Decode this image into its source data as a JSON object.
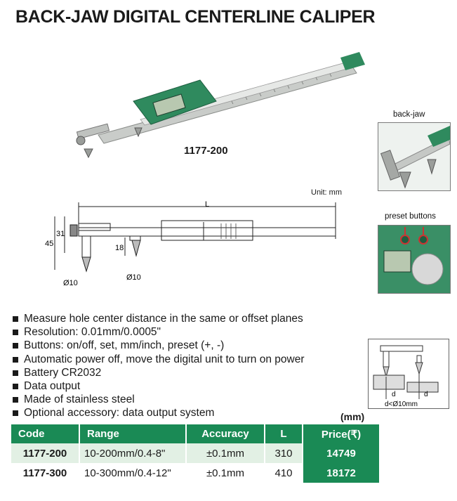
{
  "title": "BACK-JAW DIGITAL CENTERLINE CALIPER",
  "model_label": "1177-200",
  "drawing": {
    "unit_label": "Unit: mm",
    "dim_L": "L",
    "dim_45": "45",
    "dim_31": "31",
    "dim_18": "18",
    "dim_d10a": "Ø10",
    "dim_d10b": "Ø10"
  },
  "inset_backjaw_caption": "back-jaw",
  "inset_preset_caption": "preset buttons",
  "inset_diagram": {
    "d1": "d",
    "d2": "d",
    "note": "d<Ø10mm"
  },
  "features": [
    "Measure hole center distance in the same or offset planes",
    "Resolution: 0.01mm/0.0005\"",
    "Buttons: on/off, set, mm/inch, preset (+, -)",
    "Automatic power off, move the digital unit to turn on power",
    "Battery CR2032",
    "Data output",
    "Made of stainless steel",
    "Optional accessory: data output system"
  ],
  "table_unit": "(mm)",
  "table": {
    "headers": [
      "Code",
      "Range",
      "Accuracy",
      "L",
      "Price(₹)"
    ],
    "rows": [
      [
        "1177-200",
        "10-200mm/0.4-8\"",
        "±0.1mm",
        "310",
        "14749"
      ],
      [
        "1177-300",
        "10-300mm/0.4-12\"",
        "±0.1mm",
        "410",
        "18172"
      ]
    ]
  },
  "colors": {
    "accent_green": "#1a8a55",
    "row_tint": "#e2f0e4",
    "body_green": "#2f8a5e"
  }
}
